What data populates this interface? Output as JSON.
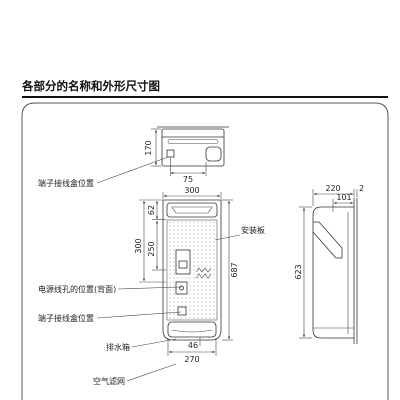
{
  "title": "各部分的名称和外形尺寸图",
  "top_view": {
    "label_terminal_box": "端子接线盒位置",
    "dim_depth": "170",
    "dim_offset": "75"
  },
  "front_view": {
    "dim_width_top": "300",
    "dim_head": "62",
    "dim_300": "300",
    "dim_250": "250",
    "dim_height": "687",
    "dim_46": "46",
    "dim_width_bottom": "270",
    "label_mounting_plate": "安装板",
    "label_power_hole": "电源线孔的位置(背面)",
    "label_terminal_box": "端子接线盒位置",
    "label_drain_tank": "排水箱",
    "label_air_filter": "空气滤网"
  },
  "side_view": {
    "dim_depth": "220",
    "dim_gap": "2",
    "dim_101": "101",
    "dim_height": "623"
  },
  "colors": {
    "line": "#333333",
    "text": "#222222",
    "dots": "#8a8a8a"
  }
}
